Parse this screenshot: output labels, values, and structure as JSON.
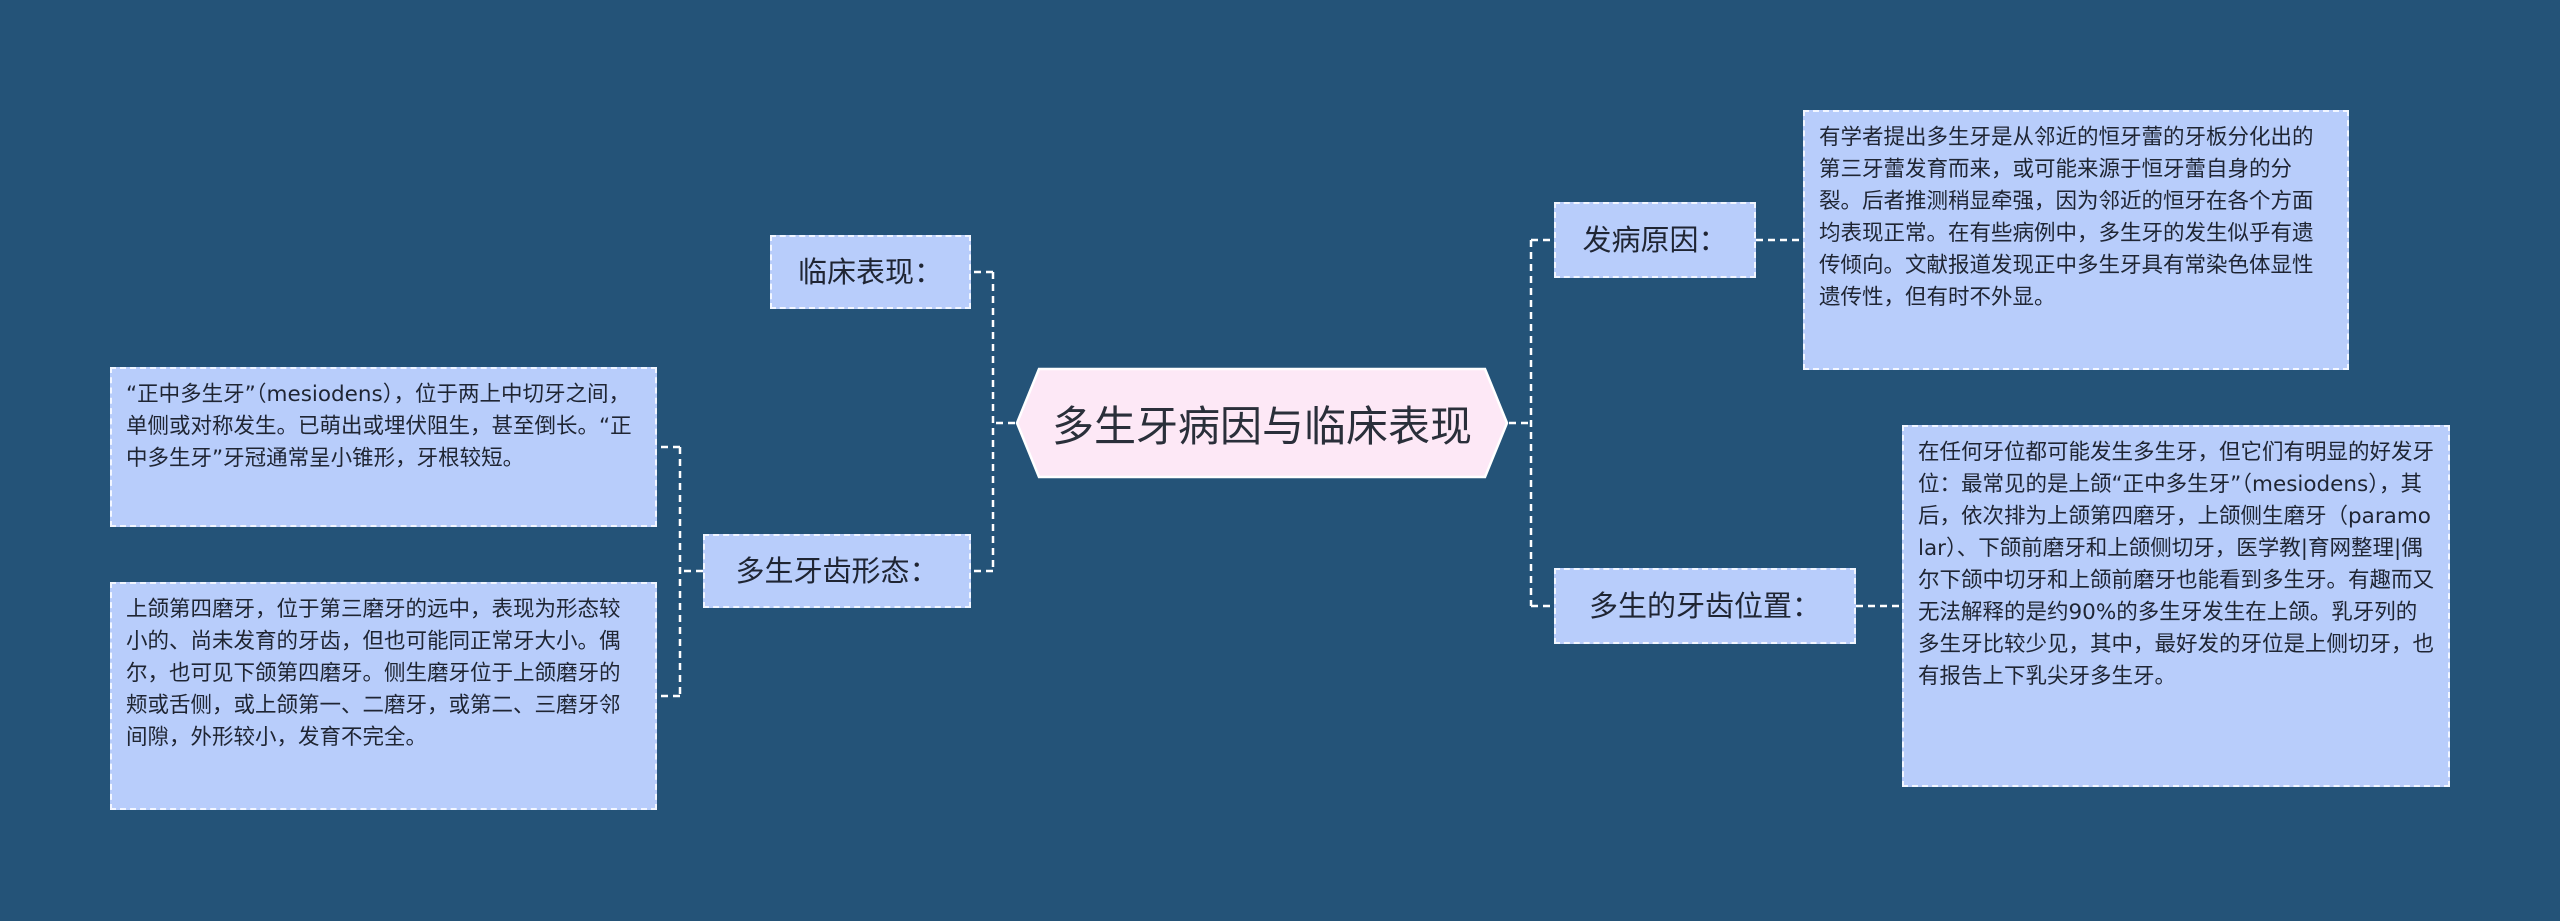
{
  "title": "多生牙病因与临床表现",
  "branches": {
    "clinical": {
      "label": "临床表现："
    },
    "morphology": {
      "label": "多生牙齿形态："
    },
    "etiology": {
      "label": "发病原因："
    },
    "position": {
      "label": "多生的牙齿位置："
    }
  },
  "notes": {
    "mesiodens": "“正中多生牙”（mesiodens），位于两上中切牙之间，单侧或对称发生。已萌出或埋伏阻生，甚至倒长。“正中多生牙”牙冠通常呈小锥形，牙根较短。",
    "fourth_molar": "上颌第四磨牙，位于第三磨牙的远中，表现为形态较小的、尚未发育的牙齿，但也可能同正常牙大小。偶尔，也可见下颌第四磨牙。侧生磨牙位于上颌磨牙的颊或舌侧，或上颌第一、二磨牙，或第二、三磨牙邻间隙，外形较小，发育不完全。",
    "etiology": "有学者提出多生牙是从邻近的恒牙蕾的牙板分化出的第三牙蕾发育而来，或可能来源于恒牙蕾自身的分裂。后者推测稍显牵强，因为邻近的恒牙在各个方面均表现正常。在有些病例中，多生牙的发生似乎有遗传倾向。文献报道发现正中多生牙具有常染色体显性遗传性，但有时不外显。",
    "position": "在任何牙位都可能发生多生牙，但它们有明显的好发牙位：最常见的是上颌“正中多生牙”（mesiodens），其后，依次排为上颌第四磨牙，上颌侧生磨牙（paramolar）、下颌前磨牙和上颌侧切牙，医学教|育网整理|偶尔下颌中切牙和上颌前磨牙也能看到多生牙。有趣而又无法解释的是约90%的多生牙发生在上颌。乳牙列的多生牙比较少见，其中，最好发的牙位是上侧切牙，也有报告上下乳尖牙多生牙。"
  },
  "colors": {
    "background": "#245378",
    "node_fill": "#b8cdfb",
    "center_fill": "#fde8f6",
    "line": "#ffffff"
  }
}
